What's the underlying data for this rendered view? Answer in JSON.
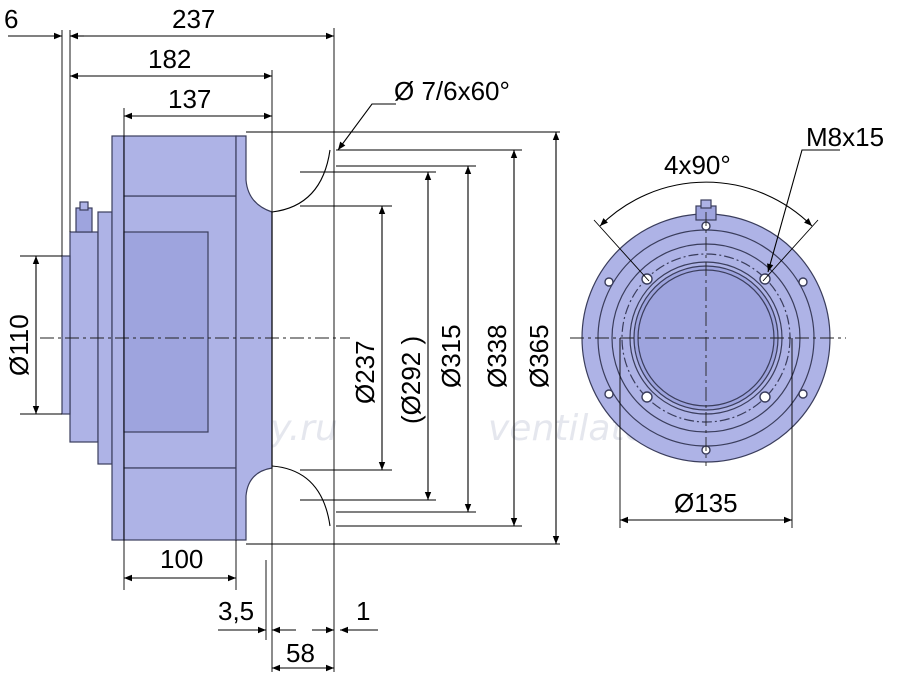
{
  "watermark": "ventilatorry.ru",
  "side_view": {
    "dim_6": "6",
    "dim_237": "237",
    "dim_182": "182",
    "dim_137": "137",
    "dim_d110": "Ø110",
    "dim_d237": "Ø237",
    "dim_d292": "(Ø292 )",
    "dim_d315": "Ø315",
    "dim_d338": "Ø338",
    "dim_d365": "Ø365",
    "dim_holes_note": "Ø 7/6x60°",
    "dim_100": "100",
    "dim_3_5": "3,5",
    "dim_1": "1",
    "dim_58": "58"
  },
  "front_view": {
    "dim_4x90": "4x90°",
    "dim_m8x15": "M8x15",
    "dim_d135": "Ø135"
  },
  "colors": {
    "body_fill": "#aeb3e6",
    "outline": "#3a3d5c",
    "dimension": "#000000"
  }
}
